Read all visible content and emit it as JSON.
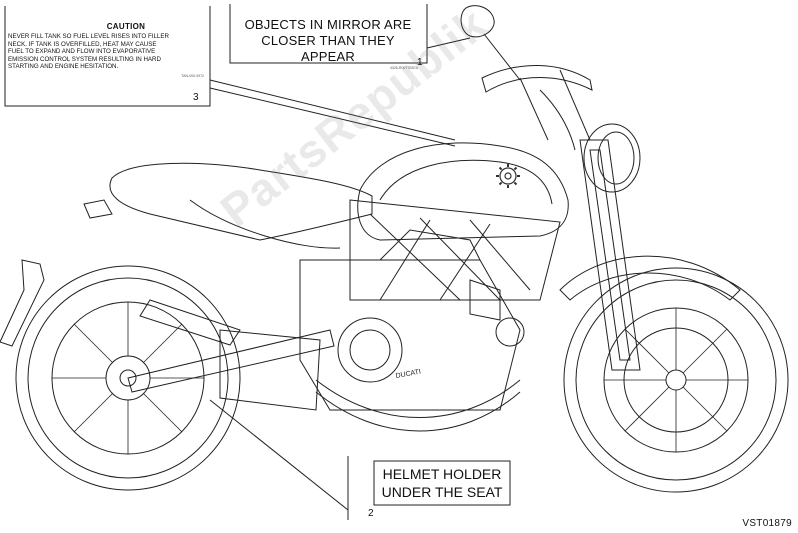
{
  "labels": {
    "caution": {
      "title": "CAUTION",
      "lines": [
        "NEVER FILL TANK SO FUEL LEVEL RISES INTO FILLER",
        "NECK. IF TANK IS OVERFILLED, HEAT MAY CAUSE",
        "FUEL TO EXPAND AND FLOW INTO EVAPORATIVE",
        "EMISSION CONTROL SYSTEM RESULTING IN HARD",
        "STARTING AND ENGINE HESITATION."
      ],
      "code": "TAN-000-0972"
    },
    "mirror": {
      "line1": "OBJECTS IN MIRROR ARE",
      "line2": "CLOSER THAN THEY APPEAR",
      "code": "4326-R00T7B57A"
    },
    "helmet": {
      "line1": "HELMET HOLDER",
      "line2": "UNDER THE SEAT"
    }
  },
  "callouts": [
    "1",
    "2",
    "3"
  ],
  "tank_logo": "DUCATI",
  "watermark": "PartsRepublik",
  "drawing_code": "VST01879",
  "icons": [
    "gear-icon"
  ]
}
